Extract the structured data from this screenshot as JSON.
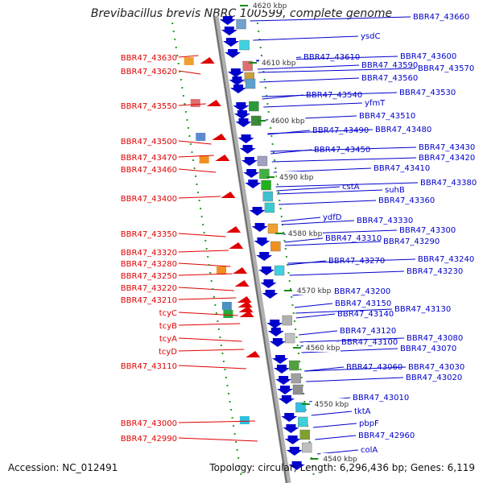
{
  "title": "Brevibacillus brevis NBRC 100599, complete genome",
  "footer": {
    "accession": "Accession: NC_012491",
    "topology": "Topology: circular; Length: 6,296,436 bp; Genes: 6,119"
  },
  "colors": {
    "left_gene_color": "#e00000",
    "right_gene_color": "#0000cc",
    "axis_color": "#8a8a8a",
    "ruler_tick_color": "#1a8a1a"
  },
  "ruler_labels": [
    "4620 kbp",
    "4610 kbp",
    "4600 kbp",
    "4590 kbp",
    "4580 kbp",
    "4570 kbp",
    "4560 kbp",
    "4550 kbp",
    "4540 kbp"
  ],
  "left_labels": [
    "BBR47_43630",
    "BBR47_43620",
    "BBR47_43550",
    "BBR47_43500",
    "BBR47_43470",
    "BBR47_43460",
    "BBR47_43400",
    "BBR47_43350",
    "BBR47_43320",
    "BBR47_43280",
    "BBR47_43250",
    "BBR47_43220",
    "BBR47_43210",
    "tcyC",
    "tcyB",
    "tcyA",
    "tcyD",
    "BBR47_43110",
    "BBR47_43000",
    "BBR47_42990"
  ],
  "right_labels": [
    "BBR47_43660",
    "ysdC",
    "BBR47_43610",
    "BBR47_43600",
    "BBR47_43590",
    "BBR47_43570",
    "BBR47_43560",
    "BBR47_43540",
    "BBR47_43530",
    "yfmT",
    "BBR47_43510",
    "BBR47_43490",
    "BBR47_43480",
    "BBR47_43450",
    "BBR47_43430",
    "BBR47_43420",
    "BBR47_43410",
    "cstA",
    "BBR47_43380",
    "suhB",
    "BBR47_43360",
    "ydfD",
    "BBR47_43330",
    "BBR47_43310",
    "BBR47_43300",
    "BBR47_43290",
    "BBR47_43270",
    "BBR47_43240",
    "BBR47_43230",
    "BBR47_43200",
    "BBR47_43150",
    "BBR47_43140",
    "BBR47_43130",
    "BBR47_43120",
    "BBR47_43100",
    "BBR47_43080",
    "BBR47_43070",
    "BBR47_43060",
    "BBR47_43030",
    "BBR47_43020",
    "BBR47_43010",
    "tktA",
    "pbpF",
    "BBR47_42960",
    "colA"
  ]
}
